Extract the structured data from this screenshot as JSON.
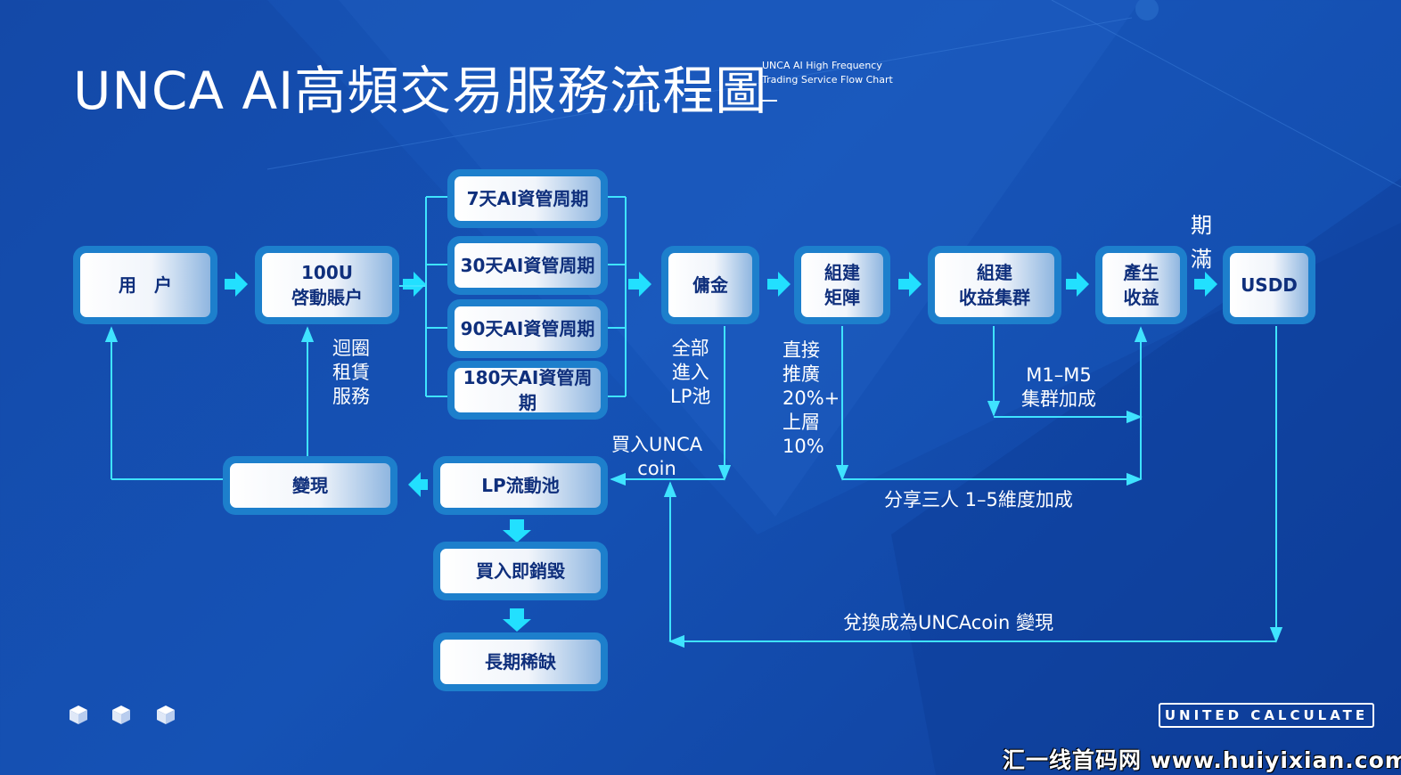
{
  "header": {
    "title": "UNCA AI高頻交易服務流程圖",
    "subtitle": "UNCA AI High Frequency\nTrading Service Flow Chart"
  },
  "nodes": {
    "user": "用　户",
    "start_account": "100U\n啓動賬户",
    "cycle_7": "7天AI資管周期",
    "cycle_30": "30天AI資管周期",
    "cycle_90": "90天AI資管周期",
    "cycle_180": "180天AI資管周期",
    "commission": "傭金",
    "build_matrix": "組建\n矩陣",
    "build_cluster": "組建\n收益集群",
    "generate_income": "產生\n收益",
    "usdd": "USDD",
    "cash_out": "變現",
    "lp_pool": "LP流動池",
    "buy_burn": "買入即銷毀",
    "long_scarcity": "長期稀缺"
  },
  "labels": {
    "rental_service": "迴圈\n租賃\n服務",
    "all_into_lp": "全部\n進入\nLP池",
    "direct_referral": "直接\n推廣\n20%+\n上層\n10%",
    "cluster_bonus": "M1–M5\n集群加成",
    "maturity": "期\n滿",
    "buy_unca": "買入UNCA\ncoin",
    "share_three": "分享三人 1–5維度加成",
    "exchange": "兌換成為UNCAcoin 變現"
  },
  "footer": {
    "brand": "UNITED CALCULATE",
    "watermark": "汇一线首码网 www.huiyixian.com"
  },
  "colors": {
    "background": "#1552b5",
    "node_frame": "#1d7fcc",
    "arrow": "#22e0ff",
    "line": "#3fe3ff",
    "node_text": "#0f2f7c"
  }
}
